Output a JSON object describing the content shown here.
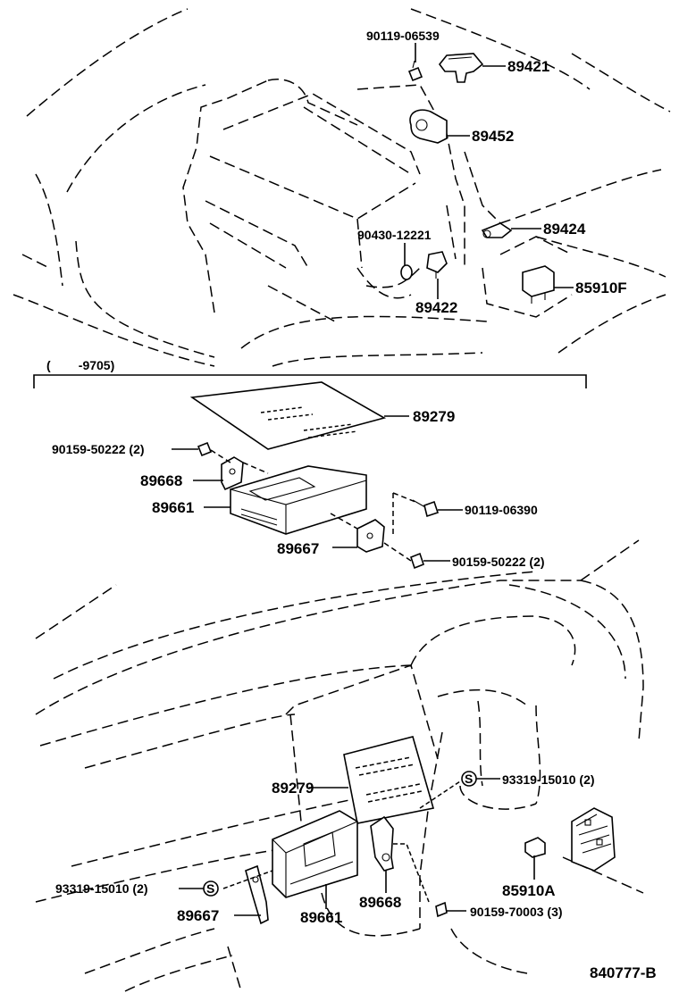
{
  "diagram_id": "840777-B",
  "top_section": {
    "labels": [
      {
        "key": "p1",
        "text": "90119-06539"
      },
      {
        "key": "p2",
        "text": "89421"
      },
      {
        "key": "p3",
        "text": "89452"
      },
      {
        "key": "p4",
        "text": "90430-12221"
      },
      {
        "key": "p5",
        "text": "89424"
      },
      {
        "key": "p6",
        "text": "89422"
      },
      {
        "key": "p7",
        "text": "85910F"
      }
    ]
  },
  "middle_section": {
    "date_range": "(        -9705)",
    "labels": [
      {
        "key": "m1",
        "text": "89279"
      },
      {
        "key": "m2",
        "text": "90159-50222 (2)"
      },
      {
        "key": "m3",
        "text": "89668"
      },
      {
        "key": "m4",
        "text": "89661"
      },
      {
        "key": "m5",
        "text": "90119-06390"
      },
      {
        "key": "m6",
        "text": "89667"
      },
      {
        "key": "m7",
        "text": "90159-50222 (2)"
      }
    ]
  },
  "bottom_section": {
    "labels": [
      {
        "key": "b1",
        "text": "93319-15010 (2)"
      },
      {
        "key": "b2",
        "text": "89279"
      },
      {
        "key": "b3",
        "text": "93319-15010 (2)"
      },
      {
        "key": "b4",
        "text": "89667"
      },
      {
        "key": "b5",
        "text": "89661"
      },
      {
        "key": "b6",
        "text": "89668"
      },
      {
        "key": "b7",
        "text": "85910A"
      },
      {
        "key": "b8",
        "text": "90159-70003 (3)"
      }
    ],
    "s_marker": "S"
  }
}
